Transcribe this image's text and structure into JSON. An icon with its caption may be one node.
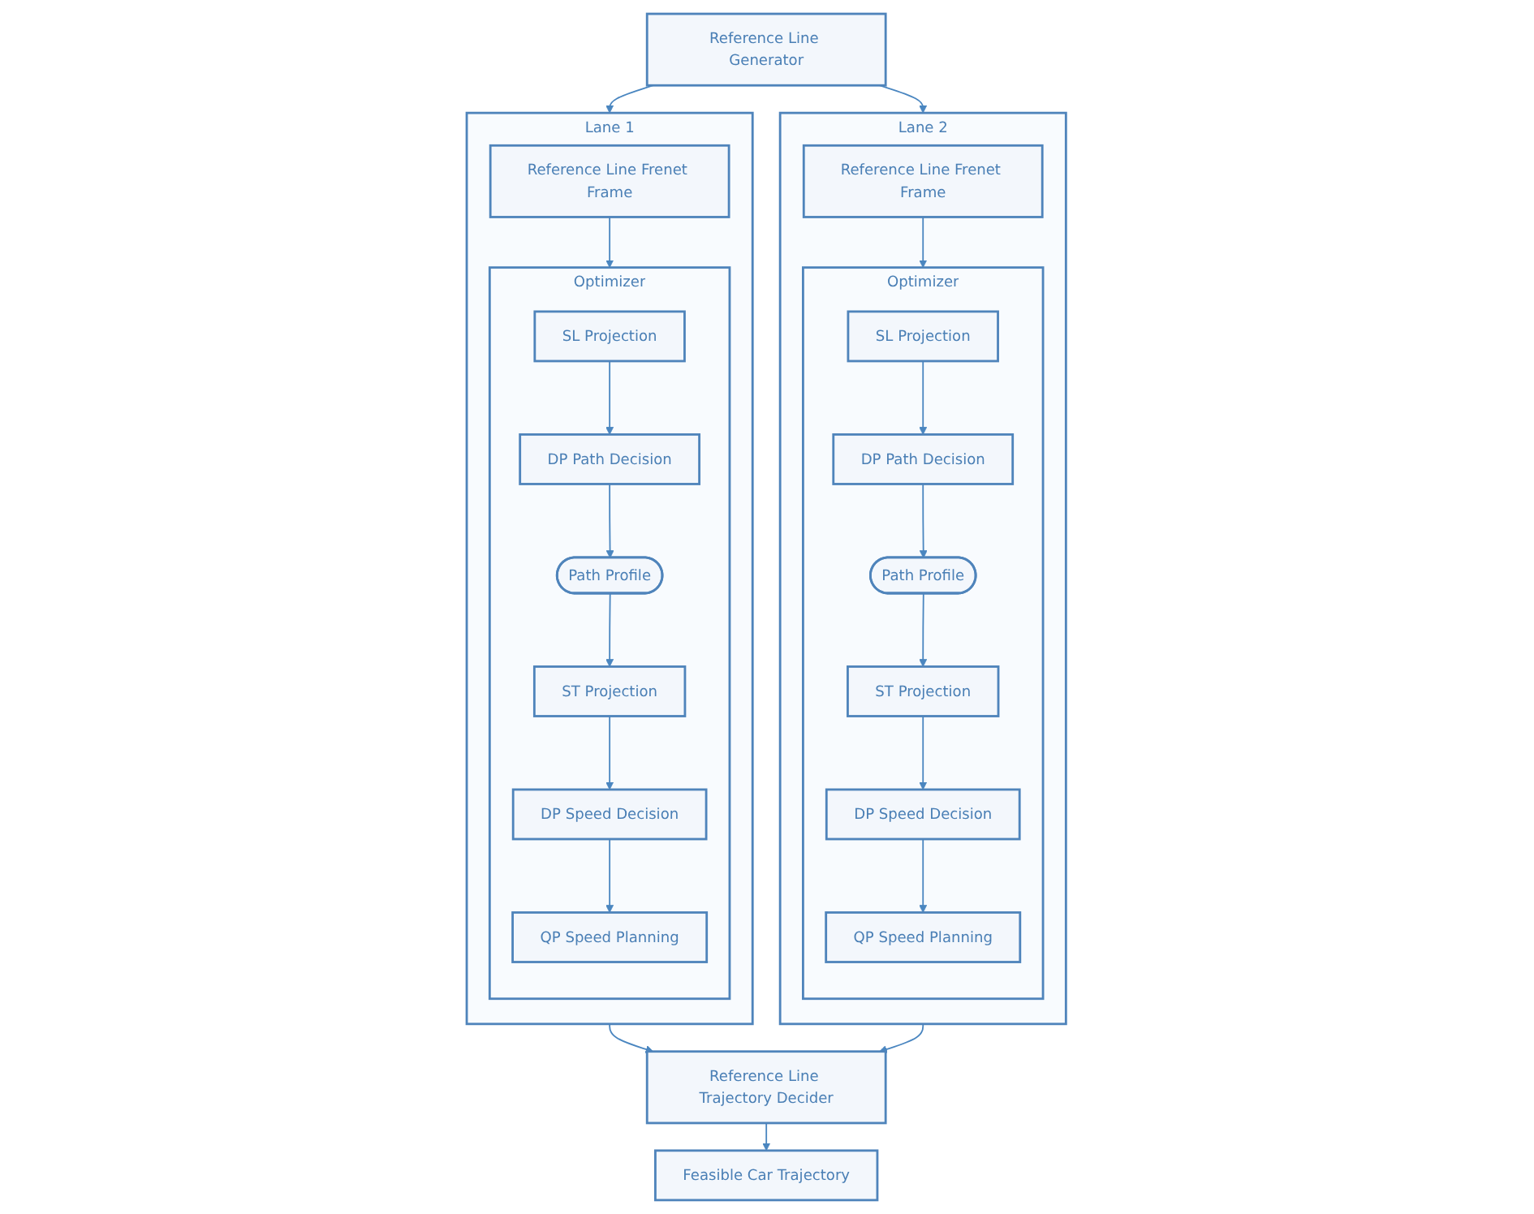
{
  "diagram": {
    "nodes": [
      {
        "text": [
          "Reference Line Generator"
        ]
      },
      {
        "text": [
          "Lane 1"
        ]
      },
      {
        "text": [
          "Reference Line Frenet Frame"
        ],
        "in": 1
      },
      {
        "text": [
          "Optimizer"
        ],
        "in": 1
      },
      {
        "text": [
          "SL Projection"
        ],
        "in": 3
      },
      {
        "text": [
          "DP Path Decision"
        ],
        "in": 3
      },
      {
        "text": [
          "Path Profile"
        ],
        "in": 3
      },
      {
        "text": [
          "ST Projection"
        ],
        "in": 3
      },
      {
        "text": [
          "DP Speed Decision"
        ],
        "in": 3
      },
      {
        "text": [
          "QP Speed Planning"
        ],
        "in": 3
      },
      {
        "text": [
          "Lane 2"
        ]
      },
      {
        "text": [
          "Reference Line Frenet Frame"
        ],
        "in": 10
      },
      {
        "text": [
          "Optimizer"
        ],
        "in": 10
      },
      {
        "text": [
          "SL Projection"
        ],
        "in": 12
      },
      {
        "text": [
          "DP Path Decision"
        ],
        "in": 12
      },
      {
        "text": [
          "Path Profile"
        ],
        "in": 12
      },
      {
        "text": [
          "ST Projection"
        ],
        "in": 12
      },
      {
        "text": [
          "DP Speed Decision"
        ],
        "in": 12
      },
      {
        "text": [
          "QP Speed Planning"
        ],
        "in": 12
      },
      {
        "text": [
          "Reference Line Trajectory Decider"
        ]
      },
      {
        "text": [
          "Feasible Car Trajectory"
        ]
      }
    ],
    "edges": [
      {
        "from": 0,
        "to": 1,
        "arrow": "to"
      },
      {
        "from": 0,
        "to": 10,
        "arrow": "to"
      },
      {
        "from": 2,
        "to": 3,
        "arrow": "to"
      },
      {
        "from": 4,
        "to": 5,
        "arrow": "to"
      },
      {
        "from": 5,
        "to": 6,
        "arrow": "to"
      },
      {
        "from": 6,
        "to": 7,
        "arrow": "to"
      },
      {
        "from": 7,
        "to": 8,
        "arrow": "to"
      },
      {
        "from": 8,
        "to": 9,
        "arrow": "to"
      },
      {
        "from": 11,
        "to": 12,
        "arrow": "to"
      },
      {
        "from": 13,
        "to": 14,
        "arrow": "to"
      },
      {
        "from": 14,
        "to": 15,
        "arrow": "to"
      },
      {
        "from": 15,
        "to": 16,
        "arrow": "to"
      },
      {
        "from": 16,
        "to": 17,
        "arrow": "to"
      },
      {
        "from": 17,
        "to": 18,
        "arrow": "to"
      },
      {
        "from": 1,
        "to": 19,
        "arrow": "to"
      },
      {
        "from": 10,
        "to": 19,
        "arrow": "to"
      },
      {
        "from": 19,
        "to": 20,
        "arrow": "to"
      }
    ]
  }
}
